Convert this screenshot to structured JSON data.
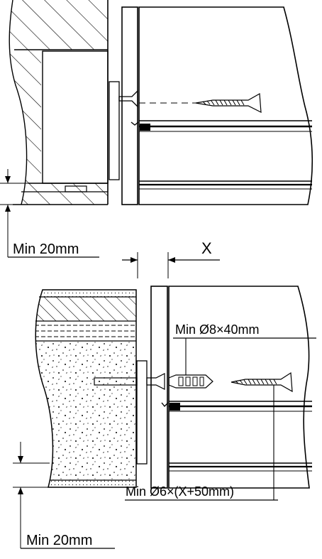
{
  "labels": {
    "top_min_depth": "Min 20mm",
    "gap": "X",
    "plug_size": "Min Ø8×40mm",
    "screw_size": "Min Ø6×(X+50mm)",
    "bottom_min_depth": "Min 20mm"
  }
}
